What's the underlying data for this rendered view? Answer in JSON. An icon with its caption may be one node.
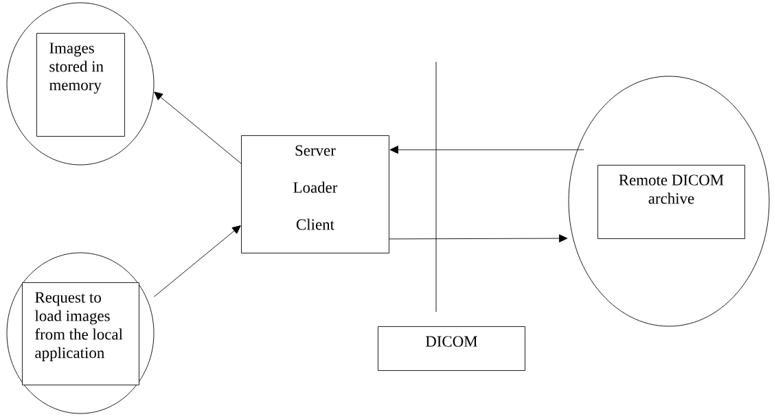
{
  "diagram": {
    "nodes": [
      {
        "text": [],
        "shape": "circle"
      },
      {
        "text": [
          "Images stored in memory"
        ],
        "in": 0
      },
      {
        "text": [
          "Server",
          "Loader",
          "Client"
        ]
      },
      {
        "text": [],
        "shape": "circle"
      },
      {
        "text": [
          "Request to load images from the local application"
        ],
        "in": 3
      },
      {
        "text": [],
        "shape": "circle"
      },
      {
        "text": [
          "Remote DICOM archive"
        ],
        "in": 5
      },
      {
        "text": [
          "DICOM"
        ]
      }
    ],
    "edges": [
      {
        "from": 2,
        "to": 0,
        "arrow": "to"
      },
      {
        "from": 3,
        "to": 2,
        "arrow": "to"
      },
      {
        "from": 5,
        "to": 2,
        "arrow": "to"
      },
      {
        "from": 2,
        "to": 5,
        "arrow": "to"
      }
    ]
  }
}
